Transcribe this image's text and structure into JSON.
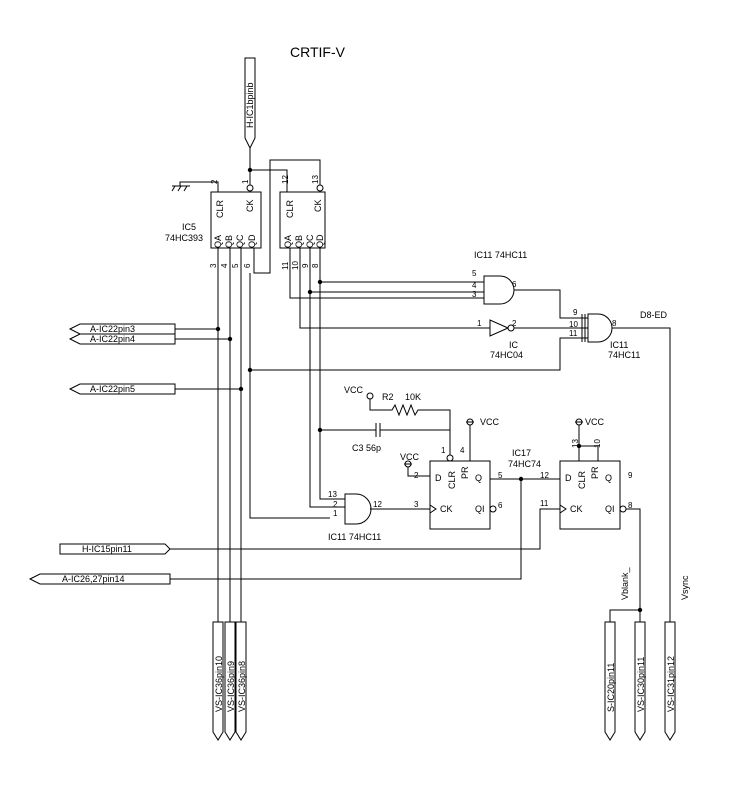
{
  "title": "CRTIF-V",
  "ic5": {
    "ref": "IC5",
    "part": "74HC393",
    "pins": {
      "p2": "2",
      "p1": "1",
      "p3": "3",
      "p4": "4",
      "p5": "5",
      "p6": "6",
      "p12": "12",
      "p13": "13",
      "p11": "11",
      "p10": "10",
      "p9": "9",
      "p8": "8"
    },
    "labels": {
      "clr": "CLR",
      "ck": "CK",
      "qa": "QA",
      "qb": "QB",
      "qc": "QC",
      "qd": "QD"
    }
  },
  "and_top": {
    "ref": "IC11 74HC11",
    "pins": {
      "a": "5",
      "b": "4",
      "c": "3",
      "y": "6"
    }
  },
  "inverter": {
    "ref": "IC",
    "part": "74HC04",
    "pins": {
      "a": "1",
      "y": "2"
    }
  },
  "and_right": {
    "ref": "IC11",
    "part": "74HC11",
    "pins": {
      "a": "9",
      "b": "10",
      "c": "11",
      "y": "8"
    },
    "net": "D8-ED"
  },
  "and_bottom": {
    "ref": "IC11 74HC11",
    "pins": {
      "a": "13",
      "b": "2",
      "c": "1",
      "y": "12",
      "out": "3"
    }
  },
  "r2": {
    "name": "R2",
    "value": "10K",
    "vcc": "VCC"
  },
  "c3": {
    "label": "C3 56p"
  },
  "ff1": {
    "ref": "IC17",
    "part": "74HC74",
    "pins": {
      "d": "2",
      "clr": "1",
      "pr": "4",
      "q": "5",
      "qn": "6"
    },
    "labels": {
      "d": "D",
      "clr": "CLR",
      "pr": "PR",
      "q": "Q",
      "ck": "CK",
      "qn": "QI"
    },
    "vcc_d": "VCC",
    "vcc_pr": "VCC"
  },
  "ff2": {
    "pins": {
      "d": "12",
      "clr": "13",
      "pr": "10",
      "q": "9",
      "ck": "11",
      "qn": "8"
    },
    "labels": {
      "d": "D",
      "clr": "CLR",
      "pr": "PR",
      "q": "Q",
      "ck": "CK",
      "qn": "QI"
    },
    "vcc": "VCC"
  },
  "ports": {
    "top_in": "H-IC1bpinb",
    "a_pin3": "A-IC22pin3",
    "a_pin4": "A-IC22pin4",
    "a_pin5": "A-IC22pin5",
    "h_pin11": "H-IC15pin11",
    "a_pin14": "A-IC26,27pin14",
    "vs10": "VS-IC36pin10",
    "vs9": "VS-IC36pin9",
    "vs8": "VS-IC36pin8",
    "s11": "S-IC20pin11",
    "vs30": "VS-IC30pin11",
    "vs31": "VS-IC31pin12"
  },
  "nets": {
    "vblank": "Vblank_",
    "vsync": "Vsync"
  }
}
